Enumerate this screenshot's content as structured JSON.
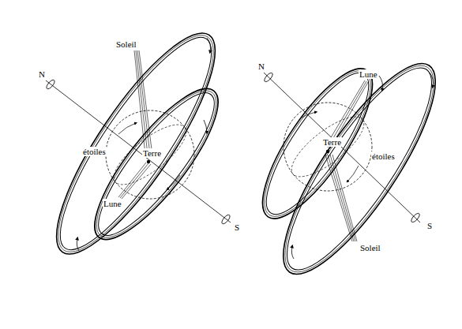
{
  "diagram": {
    "labels": [
      "Soleil",
      "N",
      "étoiles",
      "Terre",
      "Lune",
      "S",
      "N",
      "Lune",
      "Terre",
      "étoiles",
      "S",
      "Soleil"
    ]
  }
}
